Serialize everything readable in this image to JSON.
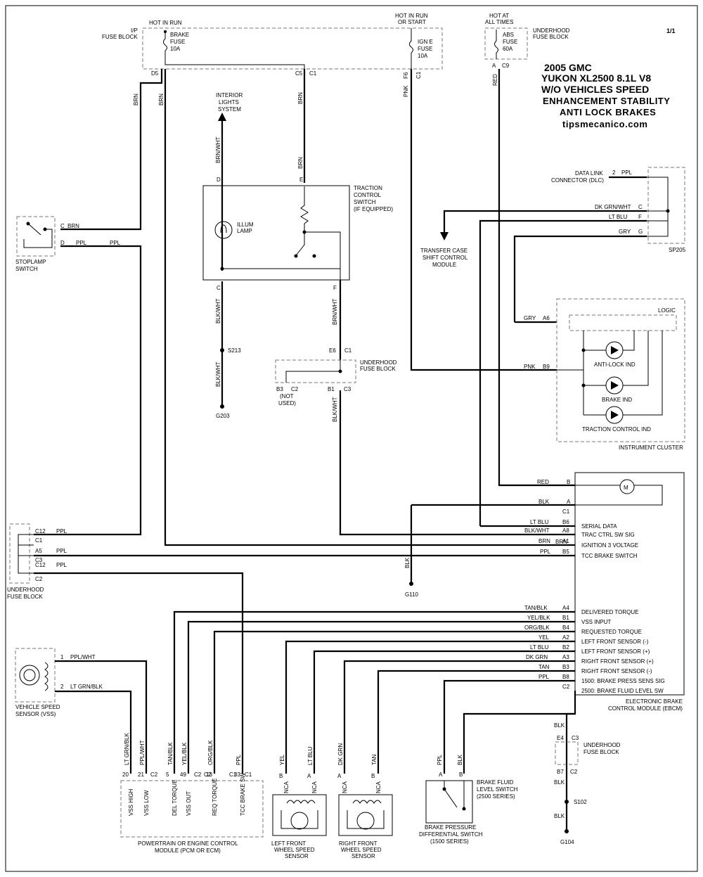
{
  "page_number": "1/1",
  "title": {
    "line1": "2005  GMC",
    "line2": "YUKON XL2500  8.1L V8",
    "line3": "W/O VEHICLES SPEED",
    "line4": "ENHANCEMENT STABILITY",
    "line5": "ANTI LOCK BRAKES",
    "site": "tipsmecanico.com"
  },
  "top": {
    "ip_fuse_block": [
      "I/P",
      "FUSE BLOCK"
    ],
    "hot_in_run": "HOT IN RUN",
    "hot_run_start": [
      "HOT IN RUN",
      "OR START"
    ],
    "hot_all_times": [
      "HOT AT",
      "ALL TIMES"
    ],
    "underhood_fuse_block": [
      "UNDERHOOD",
      "FUSE BLOCK"
    ],
    "brake_fuse": [
      "BRAKE",
      "FUSE",
      "10A"
    ],
    "igne_fuse": [
      "IGN E",
      "FUSE",
      "10A"
    ],
    "abs_fuse": [
      "ABS",
      "FUSE",
      "60A"
    ],
    "pin_d5": "D5",
    "pin_c5": "C5",
    "conn_c1": "C1",
    "pin_f6": "F6",
    "pin_a": "A",
    "conn_c9": "C9"
  },
  "wires": {
    "brn": "BRN",
    "pnk": "PNK",
    "red": "RED",
    "brn_wht": "BRN/WHT",
    "blk_wht": "BLK/WHT",
    "ppl": "PPL",
    "gry": "GRY",
    "lt_blu": "LT BLU",
    "dk_grn_wht": "DK GRN/WHT",
    "blk": "BLK"
  },
  "interior_lights": [
    "INTERIOR",
    "LIGHTS",
    "SYSTEM"
  ],
  "traction_switch": {
    "label": [
      "TRACTION",
      "CONTROL",
      "SWITCH",
      "(IF EQUIPPED)"
    ],
    "lamp": [
      "ILLUM",
      "LAMP"
    ],
    "pins": {
      "d": "D",
      "e": "E",
      "c": "C",
      "f": "F"
    }
  },
  "stoplamp": {
    "label": [
      "STOPLAMP",
      "SWITCH"
    ],
    "pin_c": "C",
    "pin_d": "D"
  },
  "splice_s213": "S213",
  "ground_g203": "G203",
  "underhood_mid": {
    "label": [
      "UNDERHOOD",
      "FUSE BLOCK"
    ],
    "e6": "E6",
    "c1": "C1",
    "b3": "B3",
    "c2": "C2",
    "b1": "B1",
    "c3": "C3",
    "not_used": [
      "(NOT",
      "USED)"
    ]
  },
  "dlc": {
    "label": [
      "DATA LINK",
      "CONNECTOR (DLC)"
    ],
    "pin": "2",
    "wire": "PPL"
  },
  "sp205": {
    "label": "SP205",
    "c": "C",
    "f": "F",
    "g": "G"
  },
  "transfer_case": [
    "TRANSFER CASE",
    "SHIFT CONTROL",
    "MODULE"
  ],
  "instrument_cluster": {
    "label": "INSTRUMENT CLUSTER",
    "logic": "LOGIC",
    "a6": "A6",
    "b9": "B9",
    "anti_lock": "ANTI-LOCK IND",
    "brake": "BRAKE IND",
    "traction": "TRACTION CONTROL IND"
  },
  "ebcm": {
    "label": [
      "ELECTRONIC BRAKE",
      "CONTROL MODULE (EBCM)"
    ],
    "motor": "M",
    "top_pins": [
      {
        "wire": "RED",
        "pin": "B"
      },
      {
        "wire": "BLK",
        "pin": "A"
      }
    ],
    "top_conn": "C1",
    "rows1": [
      {
        "wire": "LT BLU",
        "pin": "B6",
        "name": "SERIAL DATA"
      },
      {
        "wire": "BLK/WHT",
        "pin": "A8",
        "name": "TRAC CTRL SW SIG"
      },
      {
        "wire": "BRN",
        "pin": "A1",
        "name": "IGNITION 3 VOLTAGE"
      },
      {
        "wire": "PPL",
        "pin": "B5",
        "name": "TCC BRAKE SWITCH"
      }
    ],
    "rows2": [
      {
        "wire": "TAN/BLK",
        "pin": "A4",
        "name": "DELIVERED TORQUE"
      },
      {
        "wire": "YEL/BLK",
        "pin": "B1",
        "name": "VSS INPUT"
      },
      {
        "wire": "ORG/BLK",
        "pin": "B4",
        "name": "REQUESTED TORQUE"
      },
      {
        "wire": "YEL",
        "pin": "A2",
        "name": "LEFT FRONT SENSOR (-)"
      },
      {
        "wire": "LT BLU",
        "pin": "B2",
        "name": "LEFT FRONT SENSOR (+)"
      },
      {
        "wire": "DK GRN",
        "pin": "A3",
        "name": "RIGHT FRONT SENSOR (+)"
      },
      {
        "wire": "TAN",
        "pin": "B3",
        "name": "RIGHT FRONT SENSOR (-)"
      },
      {
        "wire": "PPL",
        "pin": "B8",
        "name": "1500: BRAKE PRESS SENS SIG"
      },
      {
        "wire": "",
        "pin": "C2",
        "name": "2500: BRAKE FLUID LEVEL SW"
      }
    ]
  },
  "g110": "G110",
  "underhood_left": {
    "label": [
      "UNDERHOOD",
      "FUSE BLOCK"
    ],
    "rows": [
      {
        "pin": "C12",
        "wire": "PPL"
      },
      {
        "pin": "C1",
        "wire": ""
      },
      {
        "pin": "A5",
        "wire": "PPL"
      },
      {
        "pin": "C3",
        "wire": ""
      },
      {
        "pin": "C12",
        "wire": "PPL"
      },
      {
        "pin": "C2",
        "wire": ""
      }
    ]
  },
  "vss": {
    "label": [
      "VEHICLE SPEED",
      "SENSOR (VSS)"
    ],
    "pin1": "1",
    "wire1": "PPL/WHT",
    "pin2": "2",
    "wire2": "LT GRN/BLK"
  },
  "pcm": {
    "label": [
      "POWERTRAIN OR ENGINE CONTROL",
      "MODULE (PCM OR ECM)"
    ],
    "wires": [
      "LT GRN/BLK",
      "PPL/WHT",
      "TAN/BLK",
      "YEL/BLK",
      "ORG/BLK",
      "PPL"
    ],
    "pins": [
      "20",
      "21",
      "5",
      "49",
      "13",
      "33"
    ],
    "conns": [
      "C2",
      "C2",
      "C2",
      "C1",
      "C1"
    ],
    "names": [
      "VSS HIGH",
      "VSS LOW",
      "DEL TORQUE",
      "VSS OUT",
      "REQ TORQUE",
      "TCC BRAKE SW"
    ]
  },
  "lf_sensor": {
    "label": [
      "LEFT FRONT",
      "WHEEL SPEED",
      "SENSOR"
    ],
    "wires": [
      "YEL",
      "LT BLU"
    ],
    "pins": [
      "B",
      "A"
    ],
    "nca": "NCA"
  },
  "rf_sensor": {
    "label": [
      "RIGHT FRONT",
      "WHEEL SPEED",
      "SENSOR"
    ],
    "wires": [
      "DK GRN",
      "TAN"
    ],
    "pins": [
      "A",
      "B"
    ],
    "nca": "NCA"
  },
  "brake_switch": {
    "label": [
      "BRAKE PRESSURE",
      "DIFFERENTIAL SWITCH",
      "(1500 SERIES)"
    ],
    "fluid": [
      "BRAKE FLUID",
      "LEVEL SWITCH",
      "(2500 SERIES)"
    ],
    "wires": [
      "PPL",
      "BLK"
    ],
    "pins": [
      "A",
      "B"
    ]
  },
  "underhood_right": {
    "label": [
      "UNDERHOOD",
      "FUSE BLOCK"
    ],
    "blk_top": "BLK",
    "e4": "E4",
    "c3": "C3",
    "b7": "B7",
    "c2": "C2",
    "blk_mid": "BLK",
    "s102": "S102",
    "blk_bot": "BLK",
    "g104": "G104"
  }
}
